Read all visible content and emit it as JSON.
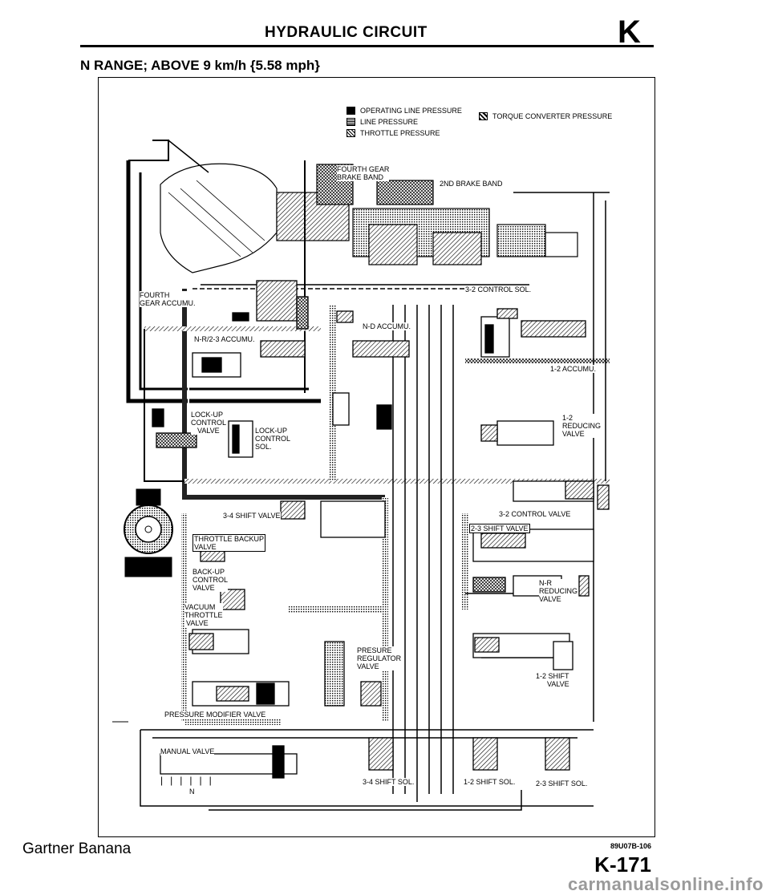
{
  "header": {
    "title": "HYDRAULIC CIRCUIT",
    "section": "K"
  },
  "subtitle": "N RANGE; ABOVE 9 km/h {5.58 mph}",
  "legend": {
    "operating_line_pressure": "OPERATING LINE PRESSURE",
    "line_pressure": "LINE PRESSURE",
    "throttle_pressure": "THROTTLE PRESSURE",
    "torque_converter_pressure": "TORQUE CONVERTER PRESSURE"
  },
  "labels": {
    "fourth_gear_brake_band_a": "FOURTH GEAR",
    "fourth_gear_brake_band_b": "BRAKE BAND",
    "second_brake_band": "2ND BRAKE BAND",
    "fourth_gear_accumu_a": "FOURTH",
    "fourth_gear_accumu_b": "GEAR ACCUMU.",
    "control_sol_32": "3-2 CONTROL SOL.",
    "nd_accumu": "N-D ACCUMU.",
    "nr23_accumu": "N-R/2-3 ACCUMU.",
    "accumu_12": "1-2 ACCUMU.",
    "lockup_control_valve_a": "LOCK-UP",
    "lockup_control_valve_b": "CONTROL",
    "lockup_control_valve_c": "VALVE",
    "lockup_control_sol_a": "LOCK-UP",
    "lockup_control_sol_b": "CONTROL",
    "lockup_control_sol_c": "SOL.",
    "reducing_12_a": "1-2",
    "reducing_12_b": "REDUCING",
    "reducing_12_c": "VALVE",
    "shift_valve_34": "3-4 SHIFT VALVE",
    "control_valve_32": "3-2 CONTROL VALVE",
    "throttle_backup_a": "THROTTLE BACKUP",
    "throttle_backup_b": "VALVE",
    "shift_valve_23": "2-3 SHIFT VALVE",
    "backup_control_a": "BACK-UP",
    "backup_control_b": "CONTROL",
    "backup_control_c": "VALVE",
    "nr_reducing_a": "N-R",
    "nr_reducing_b": "REDUCING",
    "nr_reducing_c": "VALVE",
    "vacuum_throttle_a": "VACUUM",
    "vacuum_throttle_b": "THROTTLE",
    "vacuum_throttle_c": "VALVE",
    "pressure_regulator_a": "PRESURE",
    "pressure_regulator_b": "REGULATOR",
    "pressure_regulator_c": "VALVE",
    "shift_valve_12_a": "1-2 SHIFT",
    "shift_valve_12_b": "VALVE",
    "pressure_modifier": "PRESSURE MODIFIER VALVE",
    "manual_valve": "MANUAL VALVE",
    "manual_n": "N",
    "shift_sol_34": "3-4 SHIFT SOL.",
    "shift_sol_12": "1-2 SHIFT SOL.",
    "shift_sol_23": "2-3 SHIFT SOL."
  },
  "footer": {
    "code": "89U07B-106",
    "page_number": "K-171",
    "watermark": "Gartner Banana",
    "site": "carmanualsonline.info"
  }
}
